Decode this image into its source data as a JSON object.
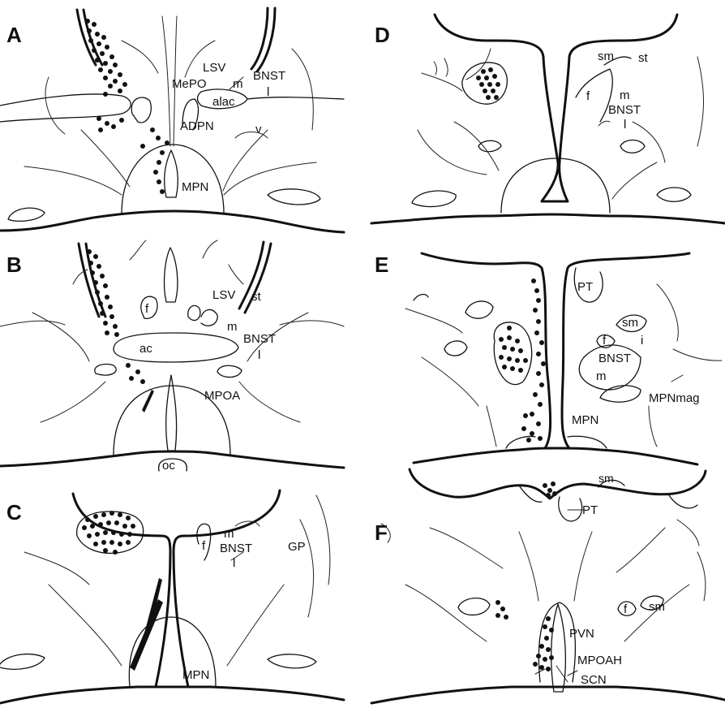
{
  "panels": {
    "A": {
      "letter": "A",
      "labels": {
        "lsv": "LSV",
        "mepo": "MePO",
        "m": "m",
        "bnst": "BNST",
        "l": "l",
        "alac": "alac",
        "adpn": "ADPN",
        "v": "v",
        "mpn": "MPN"
      }
    },
    "B": {
      "letter": "B",
      "labels": {
        "lsv": "LSV",
        "st": "st",
        "f": "f",
        "ac": "ac",
        "m": "m",
        "bnst": "BNST",
        "l": "l",
        "mpoa": "MPOA",
        "oc": "oc"
      }
    },
    "C": {
      "letter": "C",
      "labels": {
        "f": "f",
        "m": "m",
        "bnst": "BNST",
        "l": "l",
        "gp": "GP",
        "mpn": "MPN"
      }
    },
    "D": {
      "letter": "D",
      "labels": {
        "sm": "sm",
        "st": "st",
        "f": "f",
        "m": "m",
        "bnst": "BNST",
        "l": "l"
      }
    },
    "E": {
      "letter": "E",
      "labels": {
        "pt": "PT",
        "sm": "sm",
        "f": "f",
        "i": "i",
        "bnst": "BNST",
        "m": "m",
        "mpnmag": "MPNmag",
        "mpn": "MPN",
        "sm2": "sm",
        "pt2": "PT"
      }
    },
    "F": {
      "letter": "F",
      "labels": {
        "sm": "sm",
        "f": "f",
        "pvn": "PVN",
        "mpoah": "MPOAH",
        "scn": "SCN"
      }
    }
  }
}
